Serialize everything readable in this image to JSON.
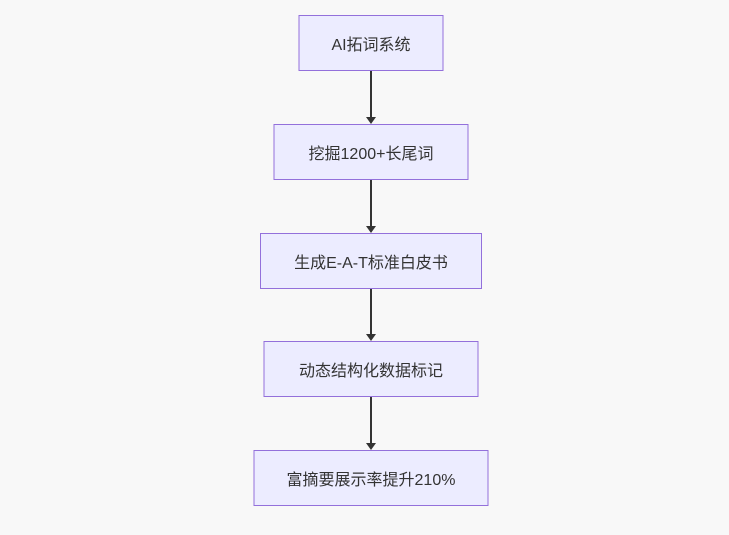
{
  "diagram": {
    "type": "flowchart",
    "direction": "top-down",
    "nodes": [
      {
        "id": "node-1",
        "label": "AI拓词系统"
      },
      {
        "id": "node-2",
        "label": "挖掘1200+长尾词"
      },
      {
        "id": "node-3",
        "label": "生成E-A-T标准白皮书"
      },
      {
        "id": "node-4",
        "label": "动态结构化数据标记"
      },
      {
        "id": "node-5",
        "label": "富摘要展示率提升210%"
      }
    ],
    "edges": [
      {
        "from": "node-1",
        "to": "node-2"
      },
      {
        "from": "node-2",
        "to": "node-3"
      },
      {
        "from": "node-3",
        "to": "node-4"
      },
      {
        "from": "node-4",
        "to": "node-5"
      }
    ]
  },
  "theme": {
    "background": "#f8f8f8",
    "node_fill": "#ececff",
    "node_border": "#9370db",
    "node_text": "#333333",
    "arrow_color": "#333333"
  }
}
